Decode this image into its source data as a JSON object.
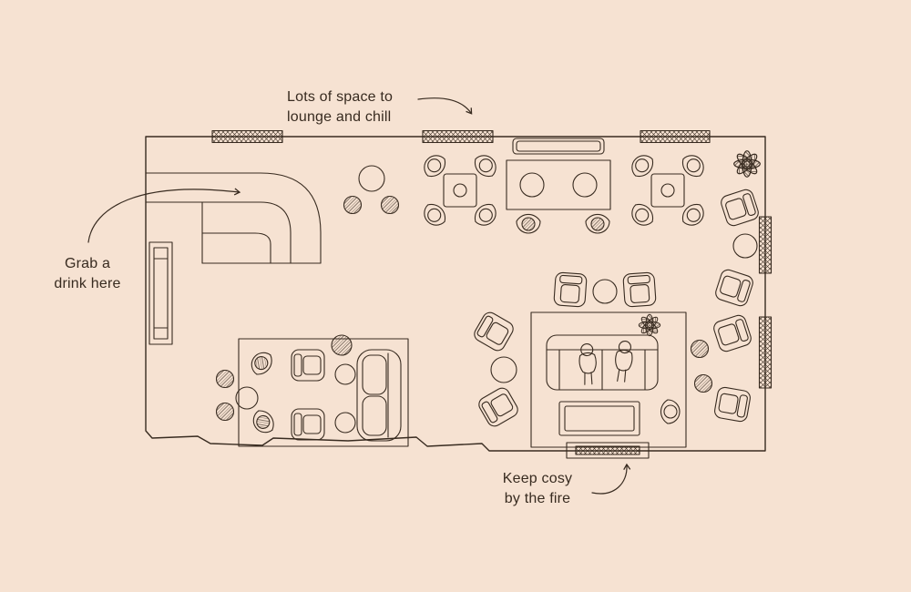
{
  "page": {
    "background_color": "#f6e2d2",
    "line_color": "#382b20",
    "type": "floor-plan-illustration"
  },
  "annotations": {
    "lounge": {
      "line1": "Lots of space to",
      "line2": "lounge and chill"
    },
    "drink": {
      "line1": "Grab a",
      "line2": "drink here"
    },
    "fire": {
      "line1": "Keep cosy",
      "line2": "by the fire"
    }
  },
  "floorplan": {
    "features": [
      "bar-counter",
      "back-bar-shelf",
      "bar-table-with-stools",
      "window-hatched",
      "dining-table-with-four-tub-chairs",
      "banquette-bench",
      "twin-round-tables",
      "potted-plant",
      "armchair",
      "round-side-table",
      "hatched-stool",
      "lounge-rug",
      "sofa-with-two-people",
      "coffee-table",
      "fireplace",
      "corner-settee",
      "corner-lounge-rug"
    ]
  }
}
